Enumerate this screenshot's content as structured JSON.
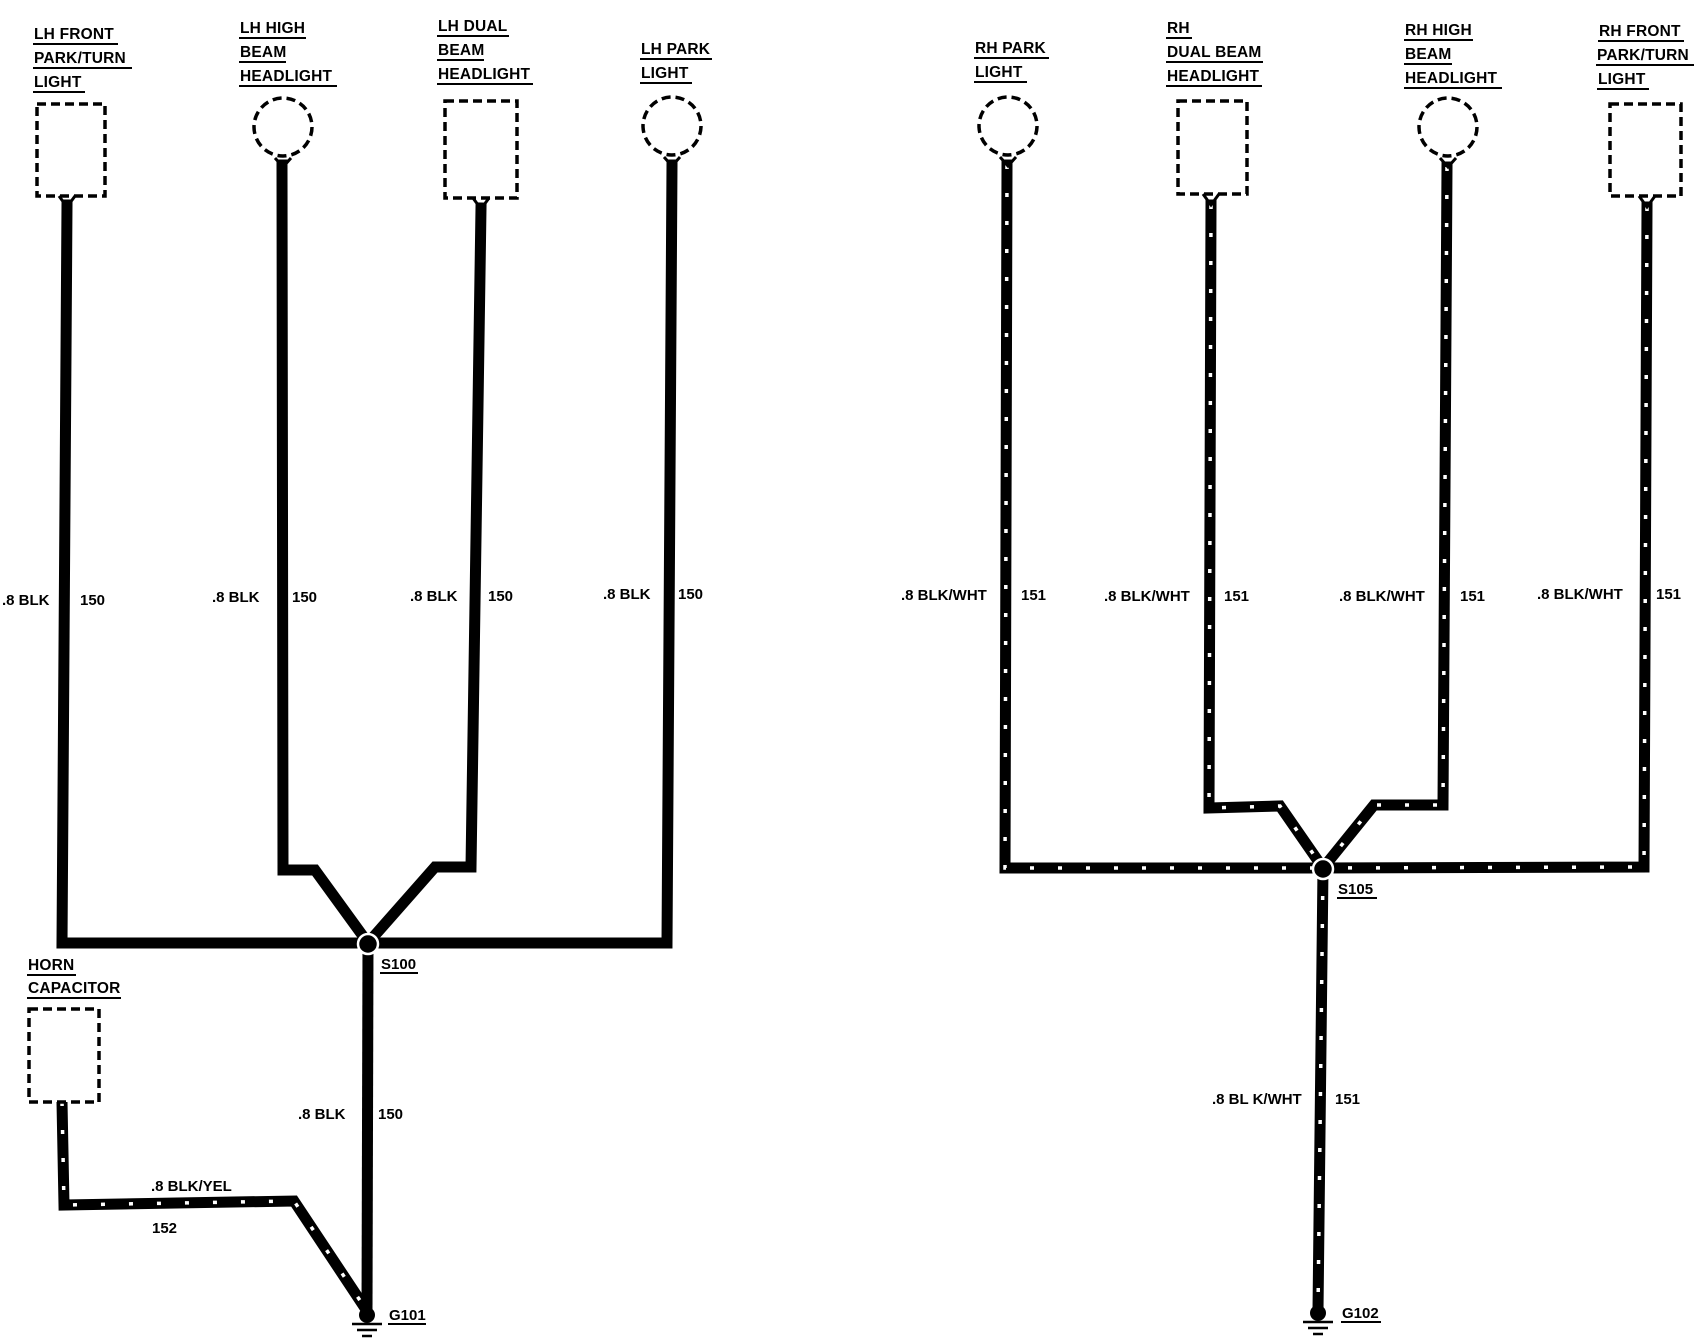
{
  "components": {
    "lh_front_park_turn": [
      "LH FRONT",
      "PARK/TURN",
      "LIGHT"
    ],
    "lh_high_beam": [
      "LH HIGH",
      "BEAM",
      "HEADLIGHT"
    ],
    "lh_dual_beam": [
      "LH DUAL",
      "BEAM",
      "HEADLIGHT"
    ],
    "lh_park": [
      "LH PARK",
      "LIGHT"
    ],
    "rh_park": [
      "RH PARK",
      "LIGHT"
    ],
    "rh_dual_beam": [
      "RH",
      "DUAL BEAM",
      "HEADLIGHT"
    ],
    "rh_high_beam": [
      "RH HIGH",
      "BEAM",
      "HEADLIGHT"
    ],
    "rh_front_park_turn": [
      "RH FRONT",
      "PARK/TURN",
      "LIGHT"
    ],
    "horn_capacitor": [
      "HORN",
      "CAPACITOR"
    ]
  },
  "wires": {
    "lh_front_park_turn": {
      "gauge_color": ".8 BLK",
      "circuit": "150"
    },
    "lh_high_beam": {
      "gauge_color": ".8 BLK",
      "circuit": "150"
    },
    "lh_dual_beam": {
      "gauge_color": ".8 BLK",
      "circuit": "150"
    },
    "lh_park": {
      "gauge_color": ".8 BLK",
      "circuit": "150"
    },
    "s100_to_g101": {
      "gauge_color": ".8 BLK",
      "circuit": "150"
    },
    "horn_capacitor": {
      "gauge_color": ".8 BLK/YEL",
      "circuit": "152"
    },
    "rh_park": {
      "gauge_color": ".8 BLK/WHT",
      "circuit": "151"
    },
    "rh_dual_beam": {
      "gauge_color": ".8 BLK/WHT",
      "circuit": "151"
    },
    "rh_high_beam": {
      "gauge_color": ".8 BLK/WHT",
      "circuit": "151"
    },
    "rh_front_park_turn": {
      "gauge_color": ".8 BLK/WHT",
      "circuit": "151"
    },
    "s105_to_g102": {
      "gauge_color": ".8 BL K/WHT",
      "circuit": "151"
    }
  },
  "splices": {
    "left": "S100",
    "right": "S105"
  },
  "grounds": {
    "left": "G101",
    "right": "G102"
  }
}
